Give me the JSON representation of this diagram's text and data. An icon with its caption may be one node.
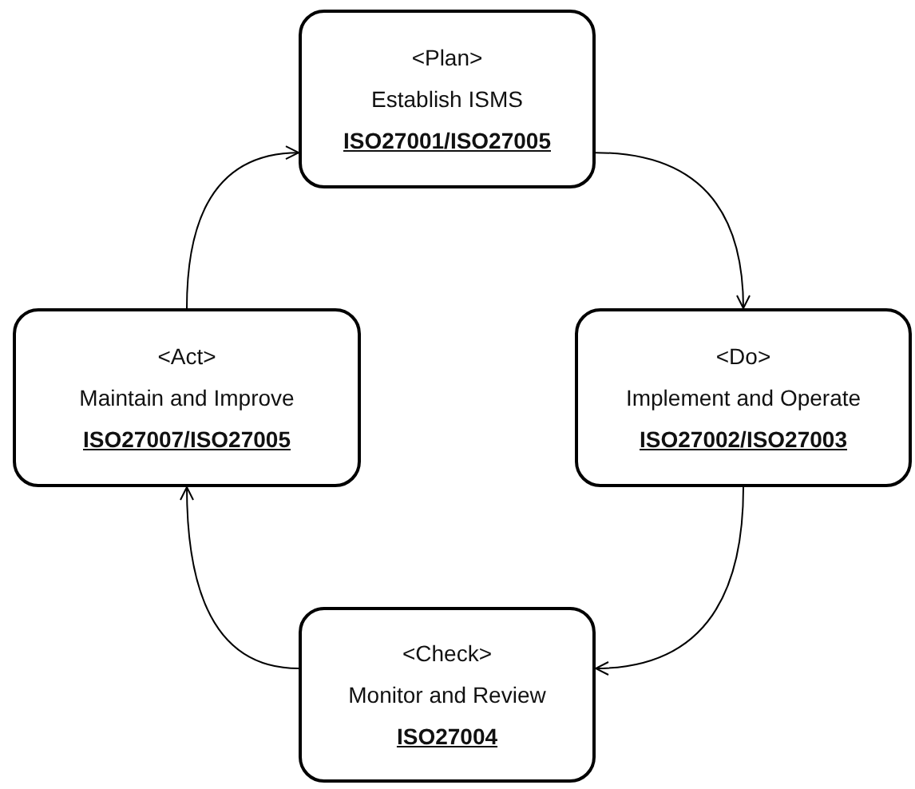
{
  "diagram": {
    "nodes": [
      {
        "text": [
          "<Plan>",
          "Establish ISMS",
          "ISO27001/ISO27005"
        ]
      },
      {
        "text": [
          "<Act>",
          "Maintain and Improve",
          "ISO27007/ISO27005"
        ]
      },
      {
        "text": [
          "<Do>",
          "Implement and Operate",
          "ISO27002/ISO27003"
        ]
      },
      {
        "text": [
          "<Check>",
          "Monitor and Review",
          "ISO27004"
        ]
      }
    ],
    "edges": [
      {
        "from": 0,
        "to": 2,
        "arrow": "to"
      },
      {
        "from": 2,
        "to": 3,
        "arrow": "to"
      },
      {
        "from": 3,
        "to": 1,
        "arrow": "to"
      },
      {
        "from": 1,
        "to": 0,
        "arrow": "to"
      }
    ]
  }
}
